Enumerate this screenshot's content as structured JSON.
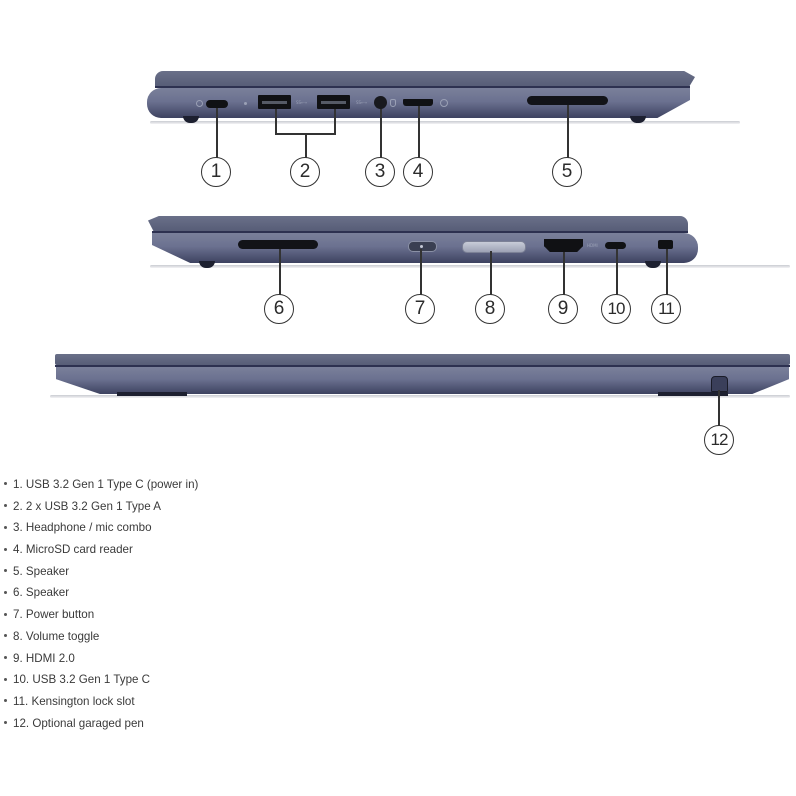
{
  "figure": {
    "views": [
      {
        "id": "left-side-view",
        "callouts": [
          "1",
          "2",
          "3",
          "4",
          "5"
        ]
      },
      {
        "id": "right-side-view",
        "callouts": [
          "6",
          "7",
          "8",
          "9",
          "10",
          "11"
        ]
      },
      {
        "id": "front-view",
        "callouts": [
          "12"
        ]
      }
    ],
    "port_labels": {
      "usb_a_1": "SS⟷",
      "usb_a_2": "SS⟷",
      "hdmi": "HDMI"
    },
    "callouts": {
      "c1": "1",
      "c2": "2",
      "c3": "3",
      "c4": "4",
      "c5": "5",
      "c6": "6",
      "c7": "7",
      "c8": "8",
      "c9": "9",
      "c10": "10",
      "c11": "11",
      "c12": "12"
    },
    "colors": {
      "chassis": "#6b7190",
      "chassis_dark": "#3d4260",
      "port": "#101114",
      "callout_stroke": "#333333"
    }
  },
  "legend": {
    "items": [
      {
        "label": "1. USB 3.2 Gen 1 Type C (power in)"
      },
      {
        "label": "2. 2 x USB 3.2 Gen 1 Type A"
      },
      {
        "label": "3. Headphone / mic combo"
      },
      {
        "label": "4. MicroSD card reader"
      },
      {
        "label": "5. Speaker"
      },
      {
        "label": "6. Speaker"
      },
      {
        "label": "7. Power button"
      },
      {
        "label": "8. Volume toggle"
      },
      {
        "label": "9. HDMI 2.0"
      },
      {
        "label": "10. USB 3.2 Gen 1 Type C"
      },
      {
        "label": "11. Kensington lock slot"
      },
      {
        "label": "12. Optional garaged pen"
      }
    ]
  }
}
